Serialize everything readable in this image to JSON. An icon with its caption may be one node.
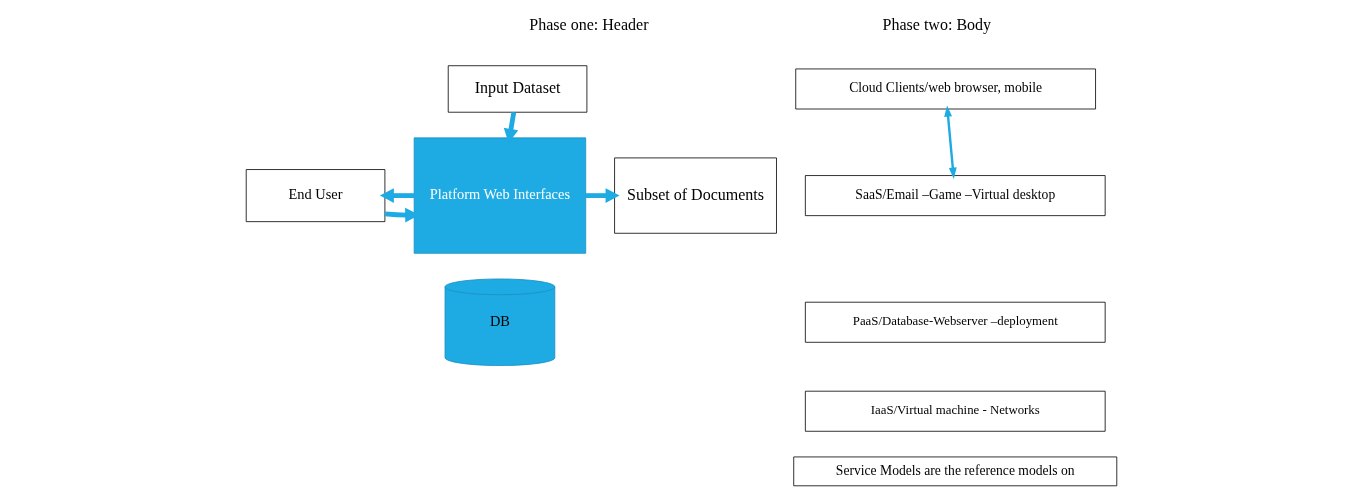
{
  "diagram": {
    "nodes": [
      {
        "text": [
          "Input Dataset"
        ]
      },
      {
        "text": [
          "End User"
        ]
      },
      {
        "text": [
          "Platform Web Interfaces"
        ]
      },
      {
        "text": [
          "Subset of Documents"
        ]
      },
      {
        "text": [
          "DB"
        ]
      },
      {
        "text": [
          "Cloud Clients/web browser, mobile"
        ]
      },
      {
        "text": [
          "SaaS/Email –Game –Virtual desktop"
        ]
      },
      {
        "text": [
          "PaaS/Database-Webserver –deployment"
        ]
      },
      {
        "text": [
          "IaaS/Virtual machine - Networks"
        ]
      },
      {
        "text": [
          "Service Models are the reference models on"
        ]
      }
    ],
    "edges": [
      {
        "from": 0,
        "to": 2,
        "arrow": "to"
      },
      {
        "from": 1,
        "to": 2,
        "arrow": "to"
      },
      {
        "from": 2,
        "to": 1,
        "arrow": "to"
      },
      {
        "from": 2,
        "to": 3,
        "arrow": "to"
      },
      {
        "from": 5,
        "to": 6,
        "arrow": "both"
      }
    ],
    "labels": [
      "Phase one: Header",
      "Phase two: Body"
    ]
  }
}
